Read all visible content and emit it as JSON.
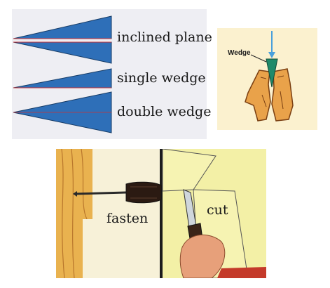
{
  "types_panel": {
    "labels": {
      "inclined_plane": "inclined plane",
      "single_wedge": "single wedge",
      "double_wedge": "double wedge"
    }
  },
  "split_panel": {
    "wedge_label": "Wedge"
  },
  "tools_panel": {
    "fasten_label": "fasten",
    "cut_label": "cut"
  },
  "colors": {
    "wedge_blue": "#2e6fb8",
    "wood": "#e9a24a",
    "paper_yellow": "#f2ef9a",
    "arrow_blue": "#4aa0dc",
    "wedge_green": "#1f8a6a"
  }
}
